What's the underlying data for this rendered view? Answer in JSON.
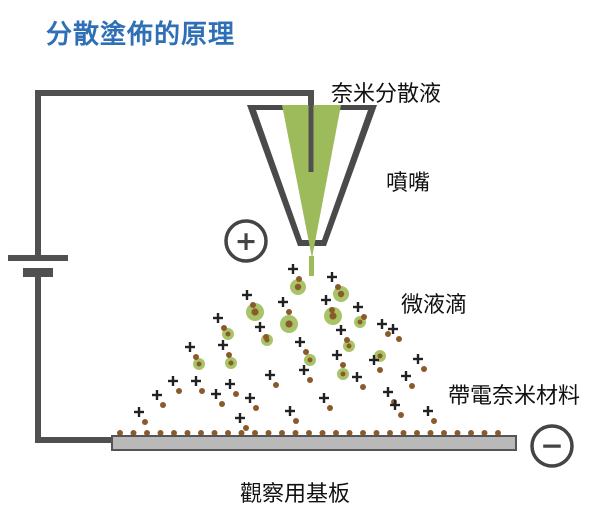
{
  "title": "分散塗佈的原理",
  "labels": {
    "dispersion": "奈米分散液",
    "nozzle": "噴嘴",
    "droplets": "微液滴",
    "charged_material": "帶電奈米材料",
    "substrate": "觀察用基板"
  },
  "symbols": {
    "positive_electrode": "+",
    "negative_electrode": "−"
  },
  "colors": {
    "title": "#2f6fb6",
    "liquid": "#9dbb5b",
    "droplet": "#a8c468",
    "particle": "#8b5a2b",
    "wire": "#505050",
    "substrate": "#b9b9b9"
  }
}
